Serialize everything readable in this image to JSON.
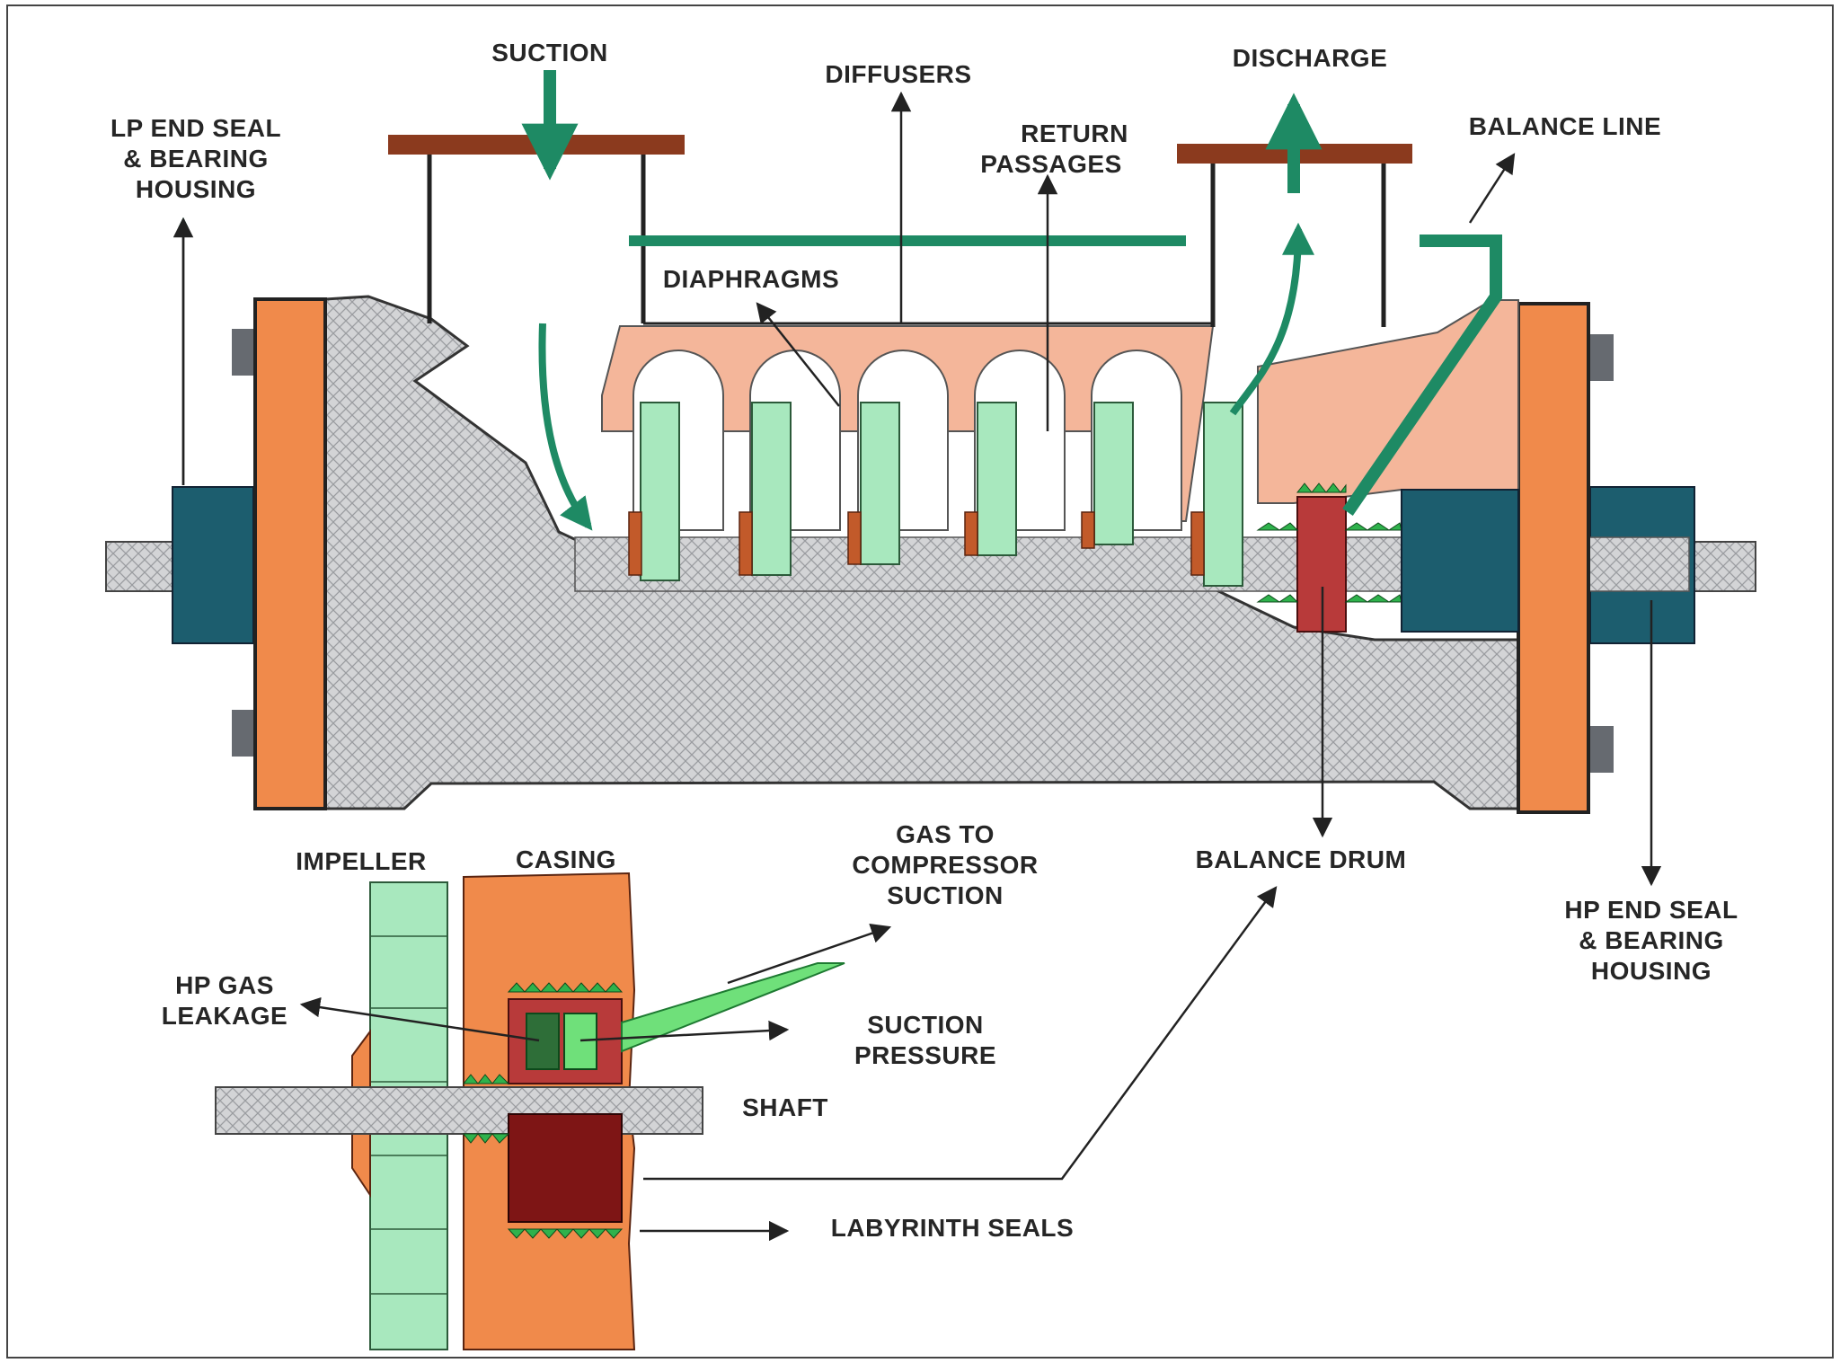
{
  "labels": {
    "suction": "SUCTION",
    "diffusers": "DIFFUSERS",
    "discharge": "DISCHARGE",
    "lp_seal_1": "LP END SEAL",
    "lp_seal_2": "& BEARING",
    "lp_seal_3": "HOUSING",
    "return_1": "RETURN",
    "return_2": "PASSAGES",
    "balance_line": "BALANCE LINE",
    "diaphragms": "DIAPHRAGMS",
    "impeller": "IMPELLER",
    "casing": "CASING",
    "gas_to_1": "GAS TO",
    "gas_to_2": "COMPRESSOR",
    "gas_to_3": "SUCTION",
    "balance_drum": "BALANCE DRUM",
    "hp_seal_1": "HP END SEAL",
    "hp_seal_2": "& BEARING",
    "hp_seal_3": "HOUSING",
    "hp_gas_1": "HP GAS",
    "hp_gas_2": "LEAKAGE",
    "suction_pressure_1": "SUCTION",
    "suction_pressure_2": "PRESSURE",
    "shaft": "SHAFT",
    "labyrinth_seals": "LABYRINTH SEALS"
  },
  "colors": {
    "rotor_gray": "#cfd0d2",
    "flange_orange": "#f08a4b",
    "casing_peach": "#f4b69a",
    "impeller_green": "#a8e8be",
    "flow_teal": "#1e8a64",
    "seal_green": "#2fb24c",
    "balance_red": "#b83a3a",
    "drum_dark_red": "#7e1515",
    "bearing_teal": "#1c5d6e",
    "nozzle_brown": "#8b3a1e",
    "arrow_dark": "#222222"
  }
}
